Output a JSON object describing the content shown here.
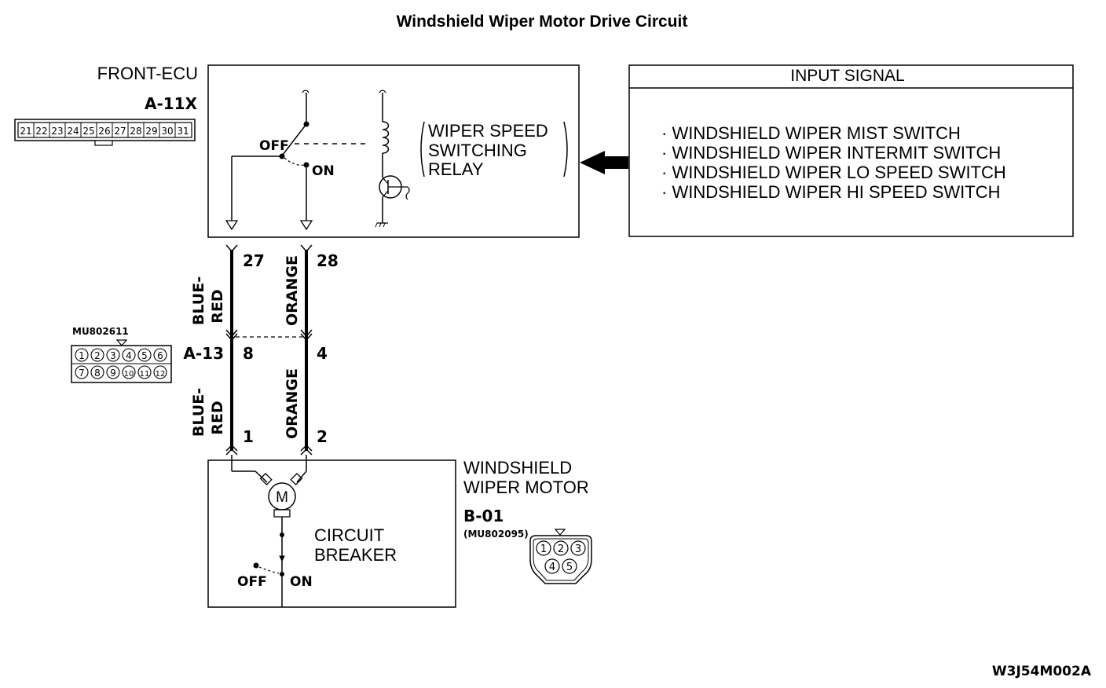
{
  "title": "Windshield Wiper Motor Drive Circuit",
  "ecu": {
    "name": "FRONT-ECU",
    "connector": "A-11X",
    "pins": [
      "21",
      "22",
      "23",
      "24",
      "25",
      "26",
      "27",
      "28",
      "29",
      "30",
      "31"
    ],
    "relay_label": [
      "WIPER SPEED",
      "SWITCHING",
      "RELAY"
    ],
    "switch_off": "OFF",
    "switch_on": "ON"
  },
  "input_signal": {
    "header": "INPUT SIGNAL",
    "items": [
      "· WINDSHIELD WIPER MIST SWITCH",
      "· WINDSHIELD WIPER INTERMIT SWITCH",
      "· WINDSHIELD WIPER LO SPEED SWITCH",
      "· WINDSHIELD WIPER HI SPEED SWITCH"
    ]
  },
  "wires": {
    "left": {
      "color_upper": [
        "BLUE-",
        "RED"
      ],
      "color_lower": [
        "BLUE-",
        "RED"
      ],
      "pin_ecu": "27",
      "pin_mid": "8",
      "pin_motor": "1"
    },
    "right": {
      "color_upper": "ORANGE",
      "color_lower": "ORANGE",
      "pin_ecu": "28",
      "pin_mid": "4",
      "pin_motor": "2"
    }
  },
  "intermediate_connector": {
    "part_no": "MU802611",
    "name": "A-13",
    "pins_top": [
      "1",
      "2",
      "3",
      "4",
      "5",
      "6"
    ],
    "pins_bottom": [
      "7",
      "8",
      "9",
      "10",
      "11",
      "12"
    ]
  },
  "motor": {
    "name": [
      "WINDSHIELD",
      "WIPER MOTOR"
    ],
    "connector": "B-01",
    "part_no": "(MU802095)",
    "symbol": "M",
    "pins_top": [
      "1",
      "2",
      "3"
    ],
    "pins_bottom": [
      "4",
      "5"
    ],
    "breaker_label": [
      "CIRCUIT",
      "BREAKER"
    ],
    "breaker_off": "OFF",
    "breaker_on": "ON"
  },
  "diagram_code": "W3J54M002A"
}
